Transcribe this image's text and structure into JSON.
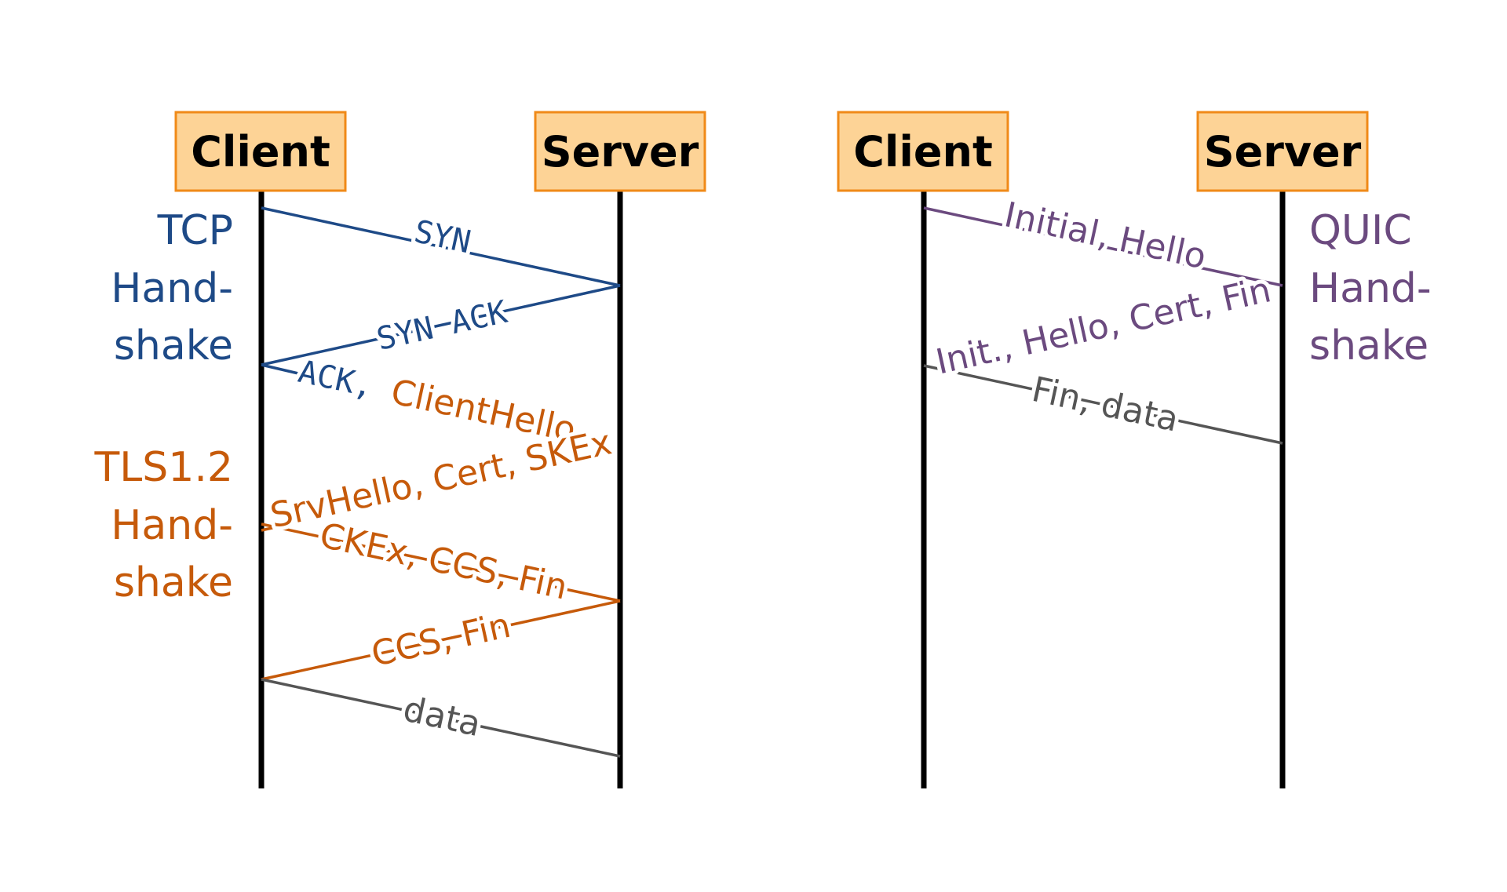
{
  "colors": {
    "tcp": "#1e4a87",
    "tls": "#c65a0a",
    "quic": "#6b4a7f",
    "data": "#555555",
    "box_fill": "#fdd396",
    "box_stroke": "#f08a18",
    "lifeline": "#000000"
  },
  "left": {
    "client": "Client",
    "server": "Server",
    "tcp_label": [
      "TCP",
      "Hand-",
      "shake"
    ],
    "tls_label": [
      "TLS1.2",
      "Hand-",
      "shake"
    ],
    "messages": {
      "syn": "SYN",
      "synack": "SYN ACK",
      "ack_prefix": "ACK,",
      "clienthello": "ClientHello",
      "srvhello": "SrvHello, Cert, SKEx",
      "ckex": "CKEx, CCS, Fin",
      "ccs_fin": "CCS, Fin",
      "data": "data"
    }
  },
  "right": {
    "client": "Client",
    "server": "Server",
    "quic_label": [
      "QUIC",
      "Hand-",
      "shake"
    ],
    "messages": {
      "initial": "Initial, Hello",
      "init_resp": "Init., Hello, Cert, Fin",
      "fin_data": "Fin, data"
    }
  }
}
